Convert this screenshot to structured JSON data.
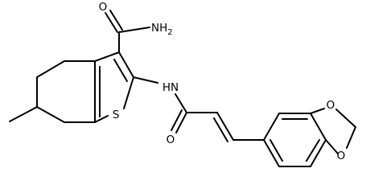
{
  "molecule": {
    "atom_labels": {
      "amide_nh2": "NH",
      "amide_nh2_sub": "2",
      "amide_o": "O",
      "thiophene_s": "S",
      "amine_nh": "HN",
      "acyl_o": "O",
      "dioxole_o_upper": "O",
      "dioxole_o_lower": "O"
    }
  },
  "colors": {
    "bond": "#000000",
    "label": "#000000",
    "background": "#ffffff"
  }
}
